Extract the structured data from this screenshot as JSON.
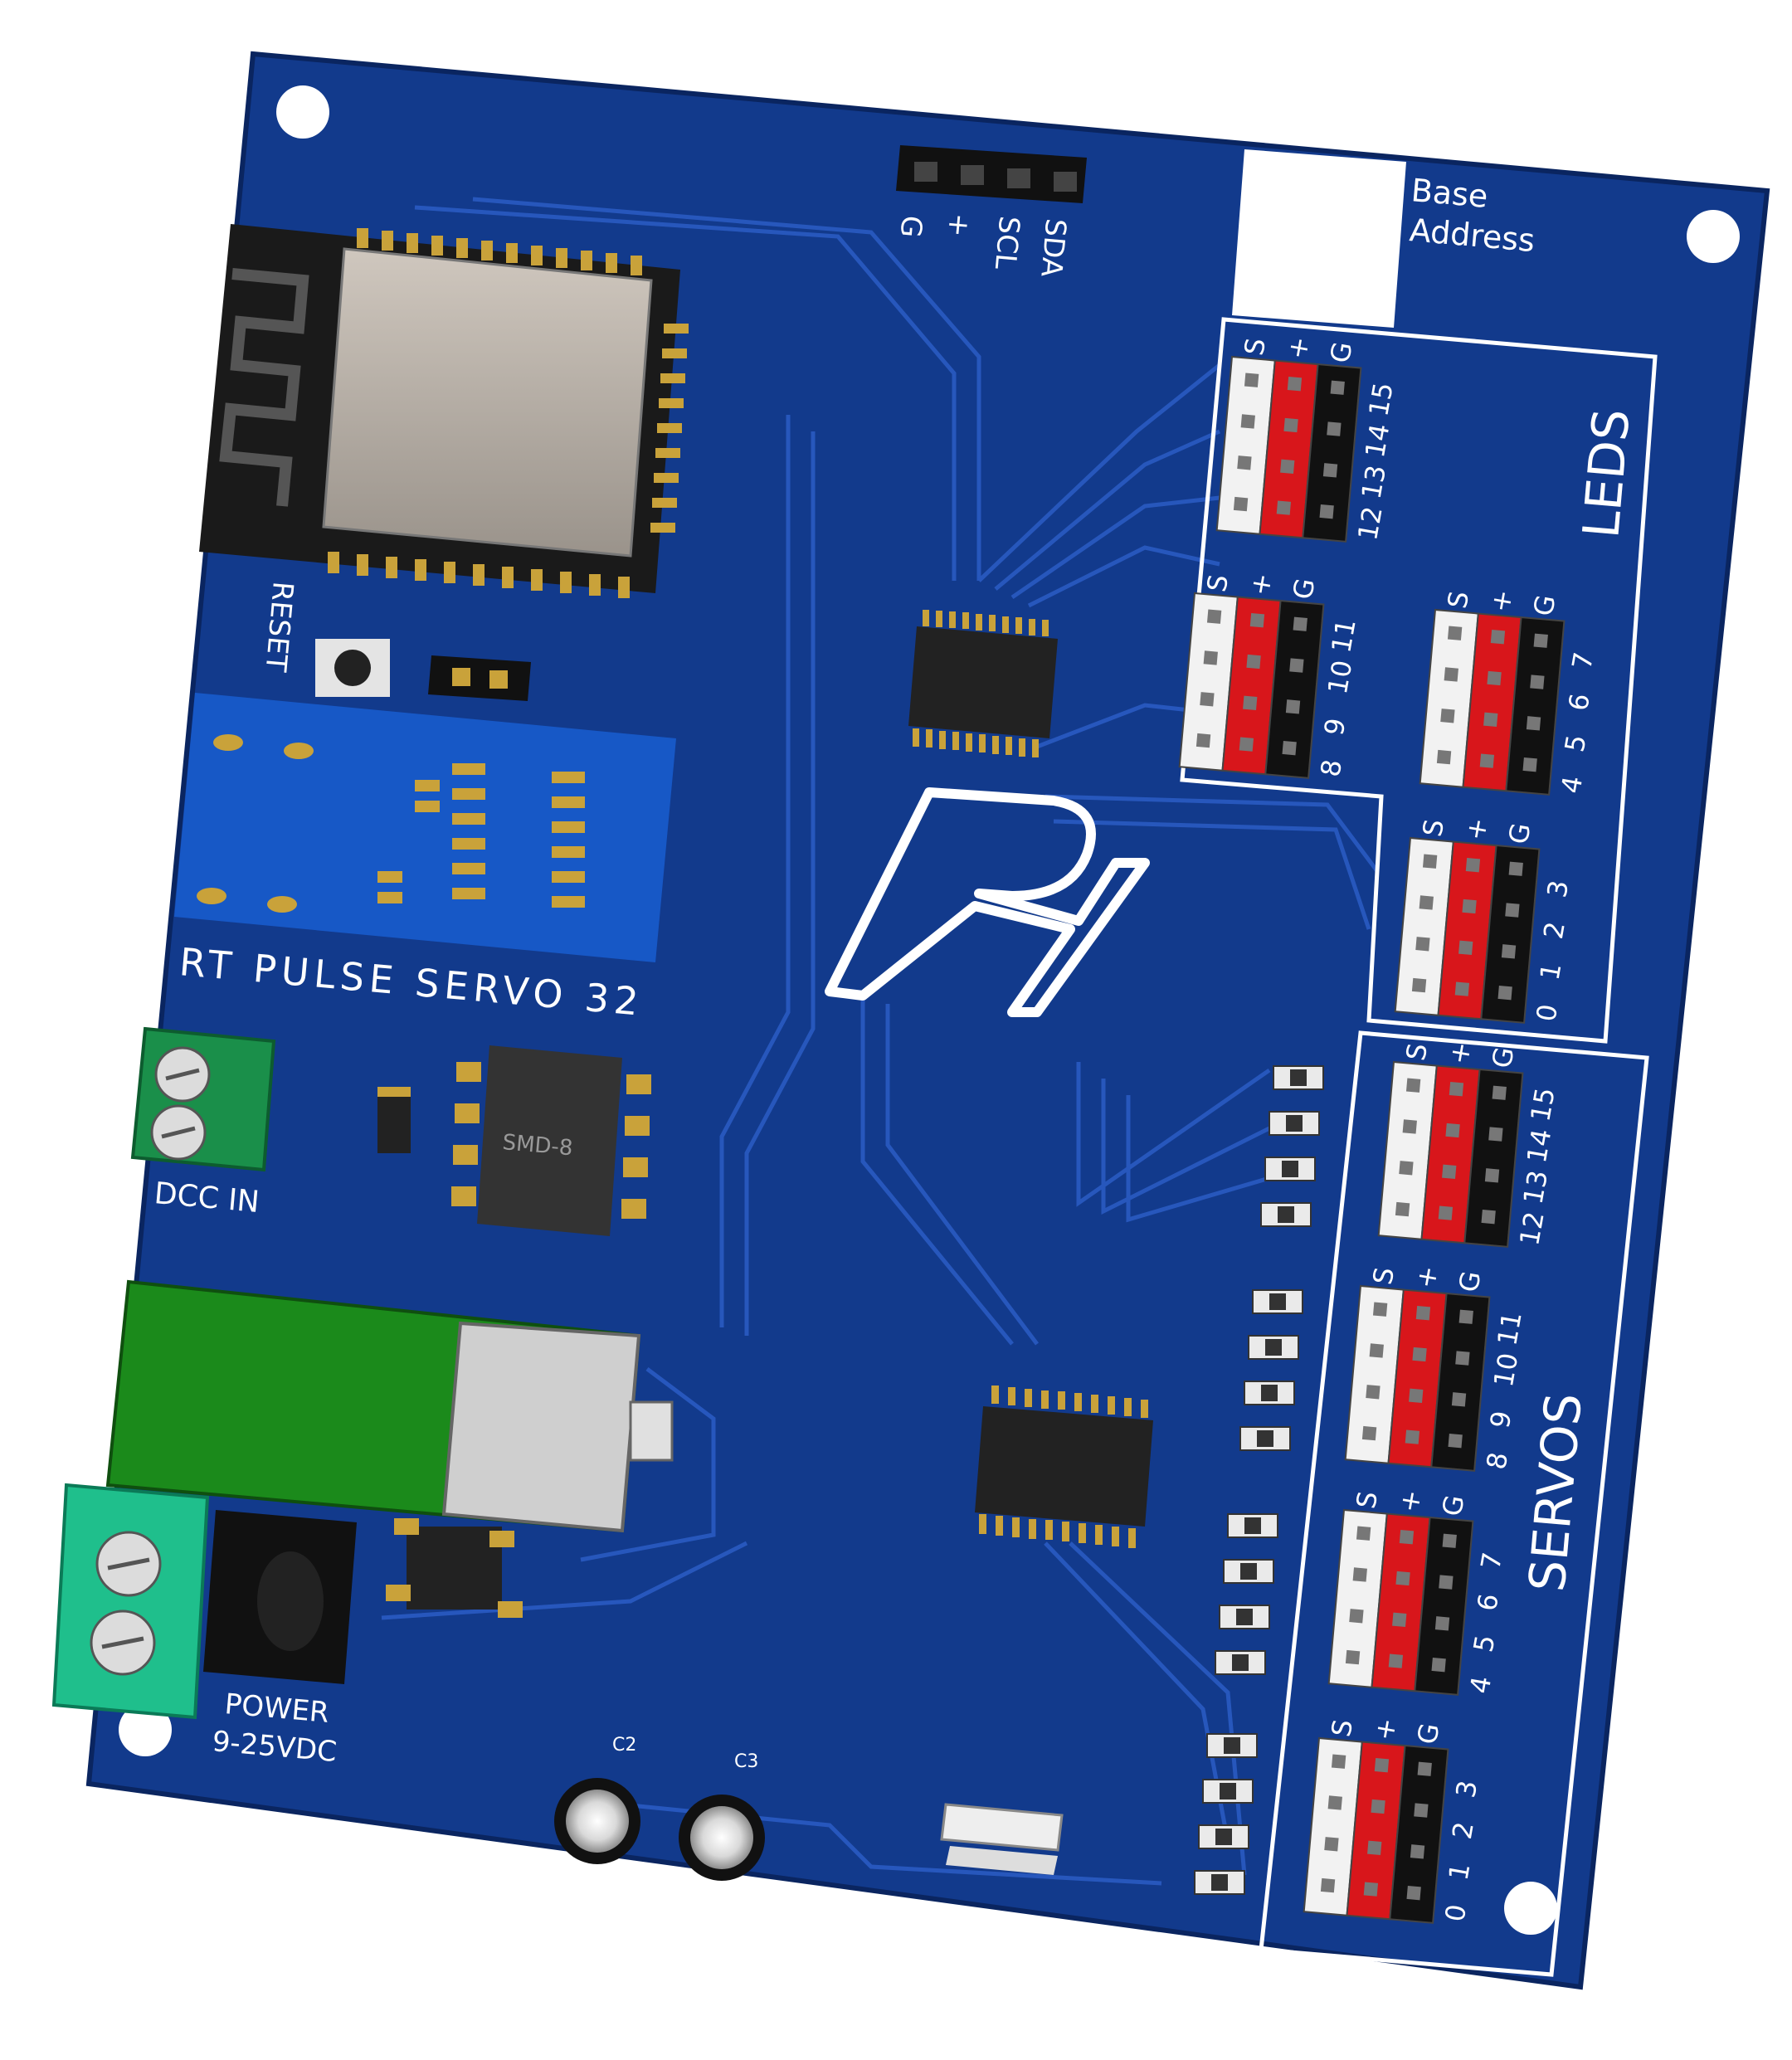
{
  "board": {
    "title": "RT PULSE SERVO 32",
    "logo_text": "RT",
    "colors": {
      "pcb": "#123a8c",
      "pcb_dark": "#0c2a6b",
      "trace": "#2a5bc2",
      "silk": "#ffffff",
      "pad_gold": "#c9a23a",
      "pin_red": "#d8161b",
      "pin_black": "#111111",
      "pin_white": "#f2f2f2",
      "terminal_green": "#1a8f4a",
      "terminal_teal": "#1fbf8c",
      "module_green": "#1b8a1b"
    }
  },
  "header_i2c": {
    "pins": [
      "G",
      "+",
      "SCL",
      "SDA"
    ]
  },
  "base_address": {
    "label_line1": "Base",
    "label_line2": "Address"
  },
  "labels": {
    "reset": "RESET",
    "dcc_in": "DCC IN",
    "power_line1": "POWER",
    "power_line2": "9-25VDC",
    "smd8": "SMD-8",
    "c2": "C2",
    "c3": "C3",
    "leds": "LEDS",
    "servos": "SERVOS"
  },
  "pin_header_legend": [
    "S",
    "+",
    "G"
  ],
  "led_groups": [
    {
      "numbers": [
        "12",
        "13",
        "14",
        "15"
      ]
    },
    {
      "numbers": [
        "8",
        "9",
        "10",
        "11"
      ]
    },
    {
      "numbers": [
        "4",
        "5",
        "6",
        "7"
      ]
    },
    {
      "numbers": [
        "0",
        "1",
        "2",
        "3"
      ]
    }
  ],
  "servo_groups": [
    {
      "numbers": [
        "12",
        "13",
        "14",
        "15"
      ]
    },
    {
      "numbers": [
        "8",
        "9",
        "10",
        "11"
      ]
    },
    {
      "numbers": [
        "4",
        "5",
        "6",
        "7"
      ]
    },
    {
      "numbers": [
        "0",
        "1",
        "2",
        "3"
      ]
    }
  ],
  "icons": [
    "wifi-antenna-icon",
    "rt-logo-icon",
    "screw-terminal-icon"
  ]
}
